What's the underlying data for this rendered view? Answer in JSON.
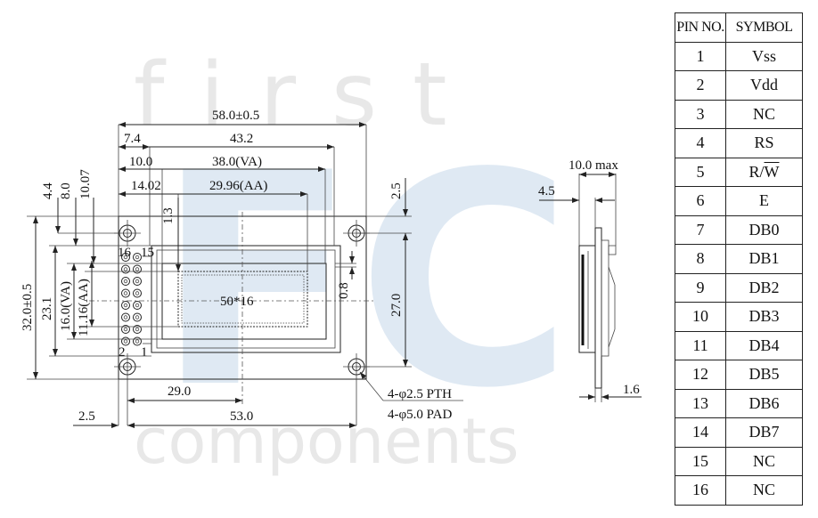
{
  "watermark": {
    "brand_top": "first",
    "brand_mid": "FC",
    "brand_bottom": "components"
  },
  "dims": {
    "overall_width": "58.0±0.5",
    "d_7_4": "7.4",
    "d_43_2": "43.2",
    "d_10_0": "10.0",
    "va_width": "38.0(VA)",
    "d_14_02": "14.02",
    "aa_width": "29.96(AA)",
    "d_4_4": "4.4",
    "d_8_0": "8.0",
    "d_10_07": "10.07",
    "d_2_5_top": "2.5",
    "d_1_3": "1.3",
    "pin_16": "16",
    "pin_15": "15",
    "pin_2": "2",
    "pin_1": "1",
    "overall_height": "32.0±0.5",
    "d_23_1": "23.1",
    "va_height": "16.0(VA)",
    "aa_height": "11.16(AA)",
    "dots": "50*16",
    "d_0_8": "0.8",
    "d_27_0": "27.0",
    "d_29_0": "29.0",
    "d_2_5_left": "2.5",
    "d_53_0": "53.0",
    "hole_pth": "4-φ2.5 PTH",
    "hole_pad": "4-φ5.0 PAD",
    "side_max": "10.0 max",
    "side_4_5": "4.5",
    "side_1_6": "1.6"
  },
  "pin_table": {
    "headers": [
      "PIN NO.",
      "SYMBOL"
    ],
    "rows": [
      [
        "1",
        "Vss"
      ],
      [
        "2",
        "Vdd"
      ],
      [
        "3",
        "NC"
      ],
      [
        "4",
        "RS"
      ],
      [
        "5",
        "R/W"
      ],
      [
        "6",
        "E"
      ],
      [
        "7",
        "DB0"
      ],
      [
        "8",
        "DB1"
      ],
      [
        "9",
        "DB2"
      ],
      [
        "10",
        "DB3"
      ],
      [
        "11",
        "DB4"
      ],
      [
        "12",
        "DB5"
      ],
      [
        "13",
        "DB6"
      ],
      [
        "14",
        "DB7"
      ],
      [
        "15",
        "NC"
      ],
      [
        "16",
        "NC"
      ]
    ]
  }
}
